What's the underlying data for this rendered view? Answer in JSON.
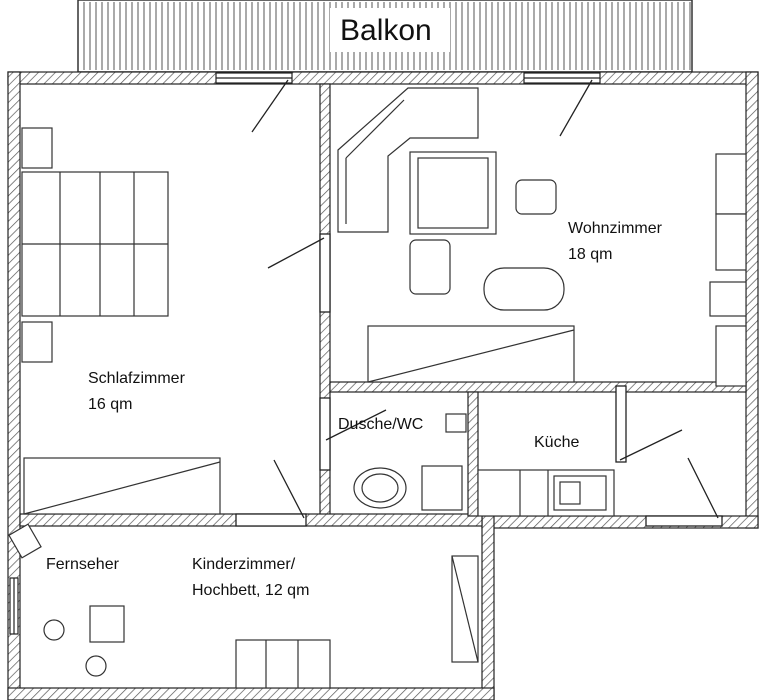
{
  "balcony": {
    "label": "Balkon"
  },
  "rooms": {
    "schlafzimmer": {
      "name": "Schlafzimmer",
      "area": "16 qm"
    },
    "wohnzimmer": {
      "name": "Wohnzimmer",
      "area": "18 qm"
    },
    "dusche": {
      "name": "Dusche/WC"
    },
    "kueche": {
      "name": "Küche"
    },
    "kinderzimmer": {
      "name": "Kinderzimmer/",
      "area": "Hochbett, 12 qm"
    }
  },
  "labels": {
    "tv": "Fernseher"
  }
}
